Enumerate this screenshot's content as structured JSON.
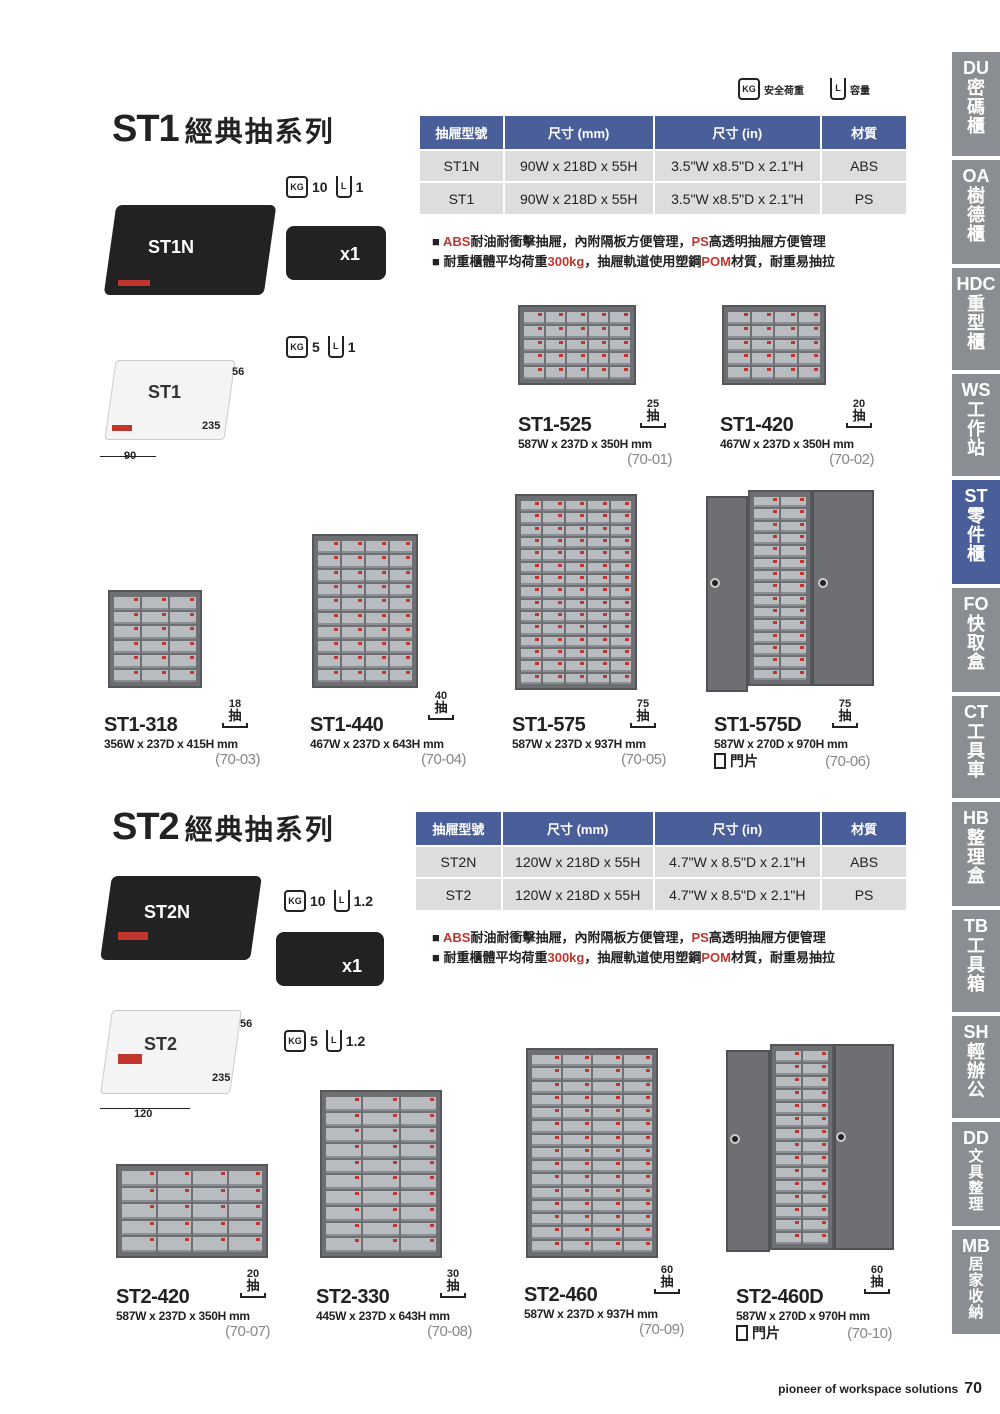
{
  "legend": {
    "weight_icon": "KG",
    "weight_label": "安全荷重",
    "capacity_icon": "L",
    "capacity_label": "容量"
  },
  "table_headers": [
    "抽屜型號",
    "尺寸 (mm)",
    "尺寸 (in)",
    "材質"
  ],
  "st1": {
    "code": "ST1",
    "title": "經典抽系列",
    "rows": [
      [
        "ST1N",
        "90W x 218D x 55H",
        "3.5\"W x8.5\"D x 2.1\"H",
        "ABS"
      ],
      [
        "ST1",
        "90W x 218D x 55H",
        "3.5\"W x8.5\"D x 2.1\"H",
        "PS"
      ]
    ],
    "bullet1": {
      "a": "ABS",
      "b": "耐油耐衝擊抽屜，內附隔板方便管理，",
      "c": "PS",
      "d": "高透明抽屜方便管理"
    },
    "bullet2": {
      "a": "耐重櫃體平均荷重",
      "b": "300kg",
      "c": "，抽屜軌道使用塑鋼",
      "d": "POM",
      "e": "材質，耐重易抽拉"
    },
    "bin_n": {
      "label": "ST1N",
      "kg": "10",
      "l": "1",
      "qty": "x1"
    },
    "bin": {
      "label": "ST1",
      "kg": "5",
      "l": "1",
      "h": "56",
      "d": "235",
      "w": "90"
    },
    "products": [
      {
        "model": "ST1-525",
        "dim": "587W x 237D x 350H mm",
        "code": "(70-01)",
        "drawers": "25"
      },
      {
        "model": "ST1-420",
        "dim": "467W x 237D x 350H mm",
        "code": "(70-02)",
        "drawers": "20"
      },
      {
        "model": "ST1-318",
        "dim": "356W x 237D x 415H mm",
        "code": "(70-03)",
        "drawers": "18"
      },
      {
        "model": "ST1-440",
        "dim": "467W x 237D x 643H mm",
        "code": "(70-04)",
        "drawers": "40"
      },
      {
        "model": "ST1-575",
        "dim": "587W x 237D x 937H mm",
        "code": "(70-05)",
        "drawers": "75"
      },
      {
        "model": "ST1-575D",
        "dim": "587W x 270D x 970H mm",
        "code": "(70-06)",
        "drawers": "75",
        "door": "門片"
      }
    ]
  },
  "st2": {
    "code": "ST2",
    "title": "經典抽系列",
    "rows": [
      [
        "ST2N",
        "120W x 218D x 55H",
        "4.7\"W x 8.5\"D x 2.1\"H",
        "ABS"
      ],
      [
        "ST2",
        "120W x 218D x 55H",
        "4.7\"W x 8.5\"D x 2.1\"H",
        "PS"
      ]
    ],
    "bullet1": {
      "a": "ABS",
      "b": "耐油耐衝擊抽屜，內附隔板方便管理，",
      "c": "PS",
      "d": "高透明抽屜方便管理"
    },
    "bullet2": {
      "a": "耐重櫃體平均荷重",
      "b": "300kg",
      "c": "，抽屜軌道使用塑鋼",
      "d": "POM",
      "e": "材質，耐重易抽拉"
    },
    "bin_n": {
      "label": "ST2N",
      "kg": "10",
      "l": "1.2",
      "qty": "x1"
    },
    "bin": {
      "label": "ST2",
      "kg": "5",
      "l": "1.2",
      "h": "56",
      "d": "235",
      "w": "120"
    },
    "products": [
      {
        "model": "ST2-420",
        "dim": "587W x 237D x 350H mm",
        "code": "(70-07)",
        "drawers": "20"
      },
      {
        "model": "ST2-330",
        "dim": "445W x 237D x 643H mm",
        "code": "(70-08)",
        "drawers": "30"
      },
      {
        "model": "ST2-460",
        "dim": "587W x 237D x 937H mm",
        "code": "(70-09)",
        "drawers": "60"
      },
      {
        "model": "ST2-460D",
        "dim": "587W x 270D x 970H mm",
        "code": "(70-10)",
        "drawers": "60",
        "door": "門片"
      }
    ]
  },
  "drawer_word": "抽",
  "sidebar": [
    {
      "code": "DU",
      "name": "密碼櫃"
    },
    {
      "code": "OA",
      "name": "樹德櫃"
    },
    {
      "code": "HDC",
      "name": "重型櫃"
    },
    {
      "code": "WS",
      "name": "工作站"
    },
    {
      "code": "ST",
      "name": "零件櫃"
    },
    {
      "code": "FO",
      "name": "快取盒"
    },
    {
      "code": "CT",
      "name": "工具車"
    },
    {
      "code": "HB",
      "name": "整理盒"
    },
    {
      "code": "TB",
      "name": "工具箱"
    },
    {
      "code": "SH",
      "name": "輕辦公"
    },
    {
      "code": "DD",
      "name": "文具整理"
    },
    {
      "code": "MB",
      "name": "居家收納"
    }
  ],
  "footer": {
    "slogan": "pioneer of workspace solutions",
    "page": "70"
  },
  "colors": {
    "accent": "#4a5f99",
    "red": "#c0352e",
    "sidebar": "#8a8d91"
  }
}
